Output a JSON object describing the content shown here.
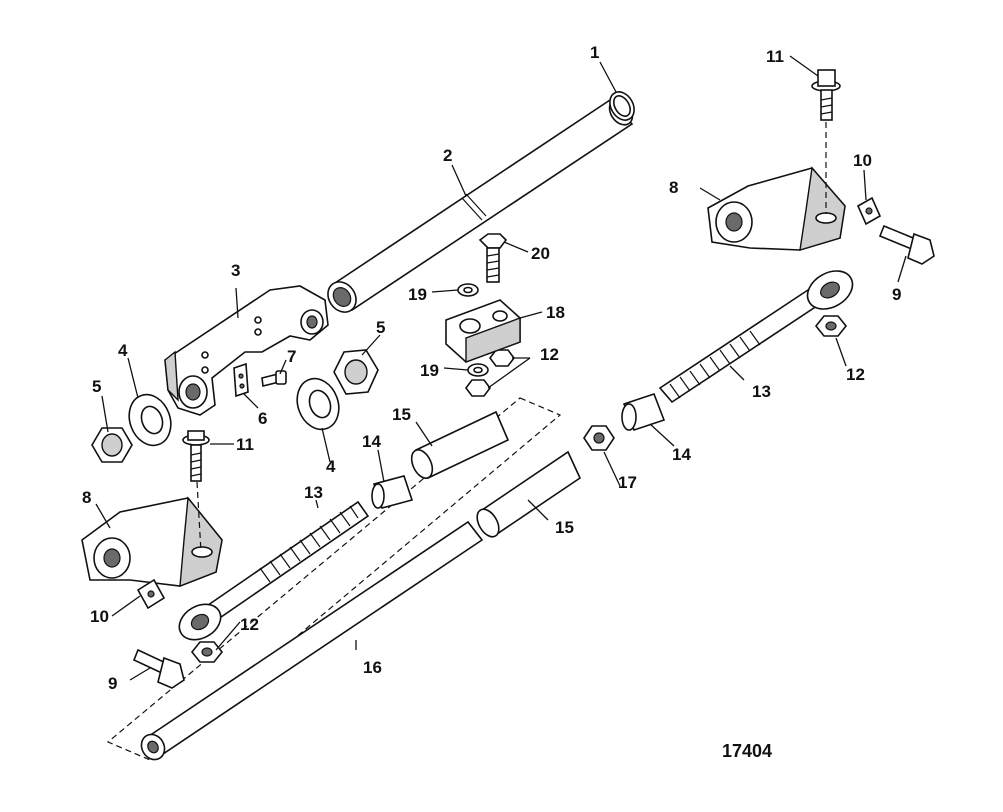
{
  "diagram": {
    "figure_number": "17404",
    "callouts": {
      "c1": "1",
      "c2": "2",
      "c3": "3",
      "c4a": "4",
      "c4b": "4",
      "c5a": "5",
      "c5b": "5",
      "c6": "6",
      "c7": "7",
      "c8a": "8",
      "c8b": "8",
      "c9a": "9",
      "c9b": "9",
      "c10a": "10",
      "c10b": "10",
      "c11a": "11",
      "c11b": "11",
      "c12a": "12",
      "c12b": "12",
      "c12c": "12",
      "c13a": "13",
      "c13b": "13",
      "c14a": "14",
      "c14b": "14",
      "c15a": "15",
      "c15b": "15",
      "c16": "16",
      "c17": "17",
      "c18": "18",
      "c19a": "19",
      "c19b": "19",
      "c20": "20"
    }
  }
}
